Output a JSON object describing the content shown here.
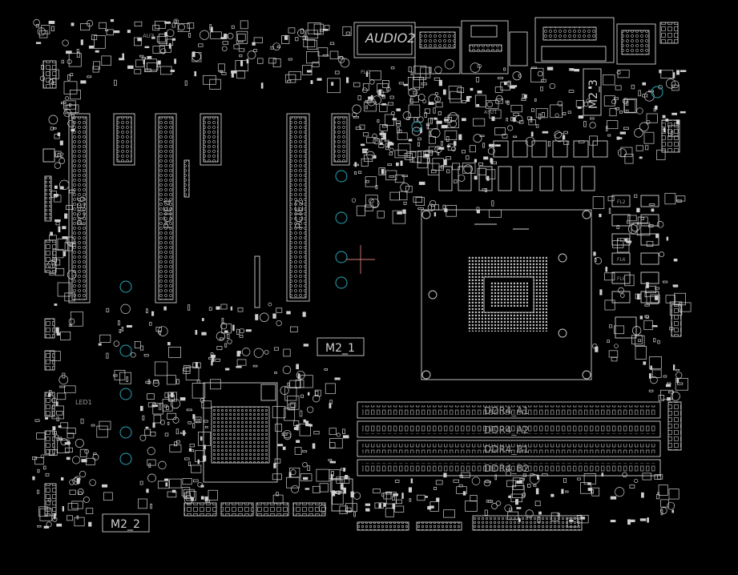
{
  "colors": {
    "background": "#000000",
    "silkscreen": "#cfcfcf",
    "label_gray": "#9a9a9a",
    "mount_hole": "#2aa6b8",
    "cursor": "#d27a7a"
  },
  "labels": {
    "audio_connector": "AUDIO2",
    "pcie6": "PCIE6",
    "pcie4": "PCIE4",
    "pcie2": "PCIE2",
    "m2_1": "M2_1",
    "m2_2": "M2_2",
    "m2_3": "M2_3",
    "u2": "U2",
    "au3": "AU3",
    "led1": "LED1",
    "plc": "PLC",
    "a5u1": "A5U1",
    "ddr_a1": "DDR4_A1",
    "ddr_a2": "DDR4_A2",
    "ddr_b1": "DDR4_B1",
    "ddr_b2": "DDR4_B2",
    "fl_top": "FL2",
    "fl_mid": "FL4",
    "fl_low": "FL6",
    "fl_bot": "FL8"
  }
}
